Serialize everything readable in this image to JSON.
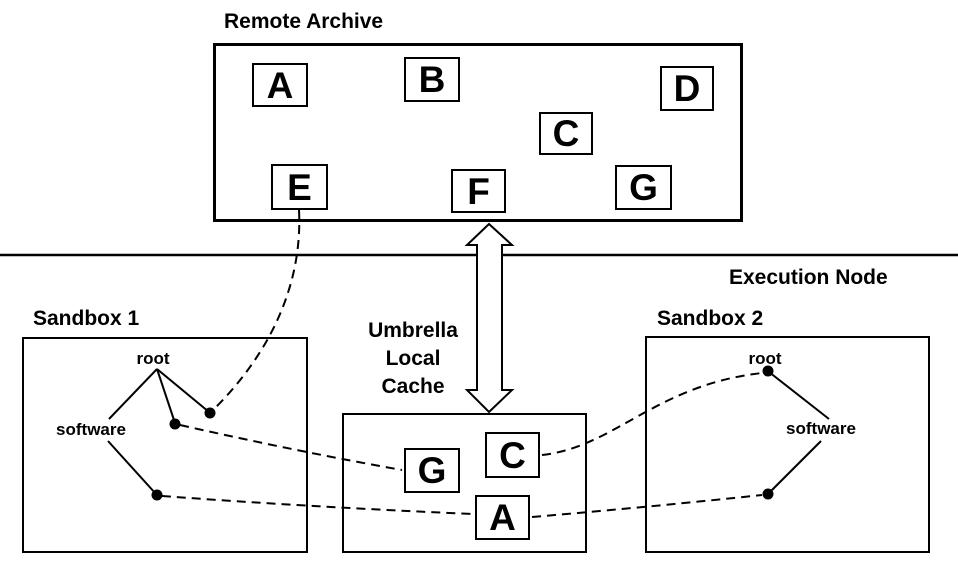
{
  "remote_archive": {
    "title": "Remote Archive",
    "files": [
      "A",
      "B",
      "C",
      "D",
      "E",
      "F",
      "G"
    ]
  },
  "execution_node": {
    "label": "Execution Node"
  },
  "sandbox1": {
    "title": "Sandbox 1",
    "root_label": "root",
    "software_label": "software"
  },
  "sandbox2": {
    "title": "Sandbox 2",
    "root_label": "root",
    "software_label": "software"
  },
  "umbrella_cache": {
    "title_lines": [
      "Umbrella",
      "Local",
      "Cache"
    ],
    "files": [
      "G",
      "C",
      "A"
    ]
  },
  "colors": {
    "ink": "#000000",
    "background": "#ffffff"
  }
}
